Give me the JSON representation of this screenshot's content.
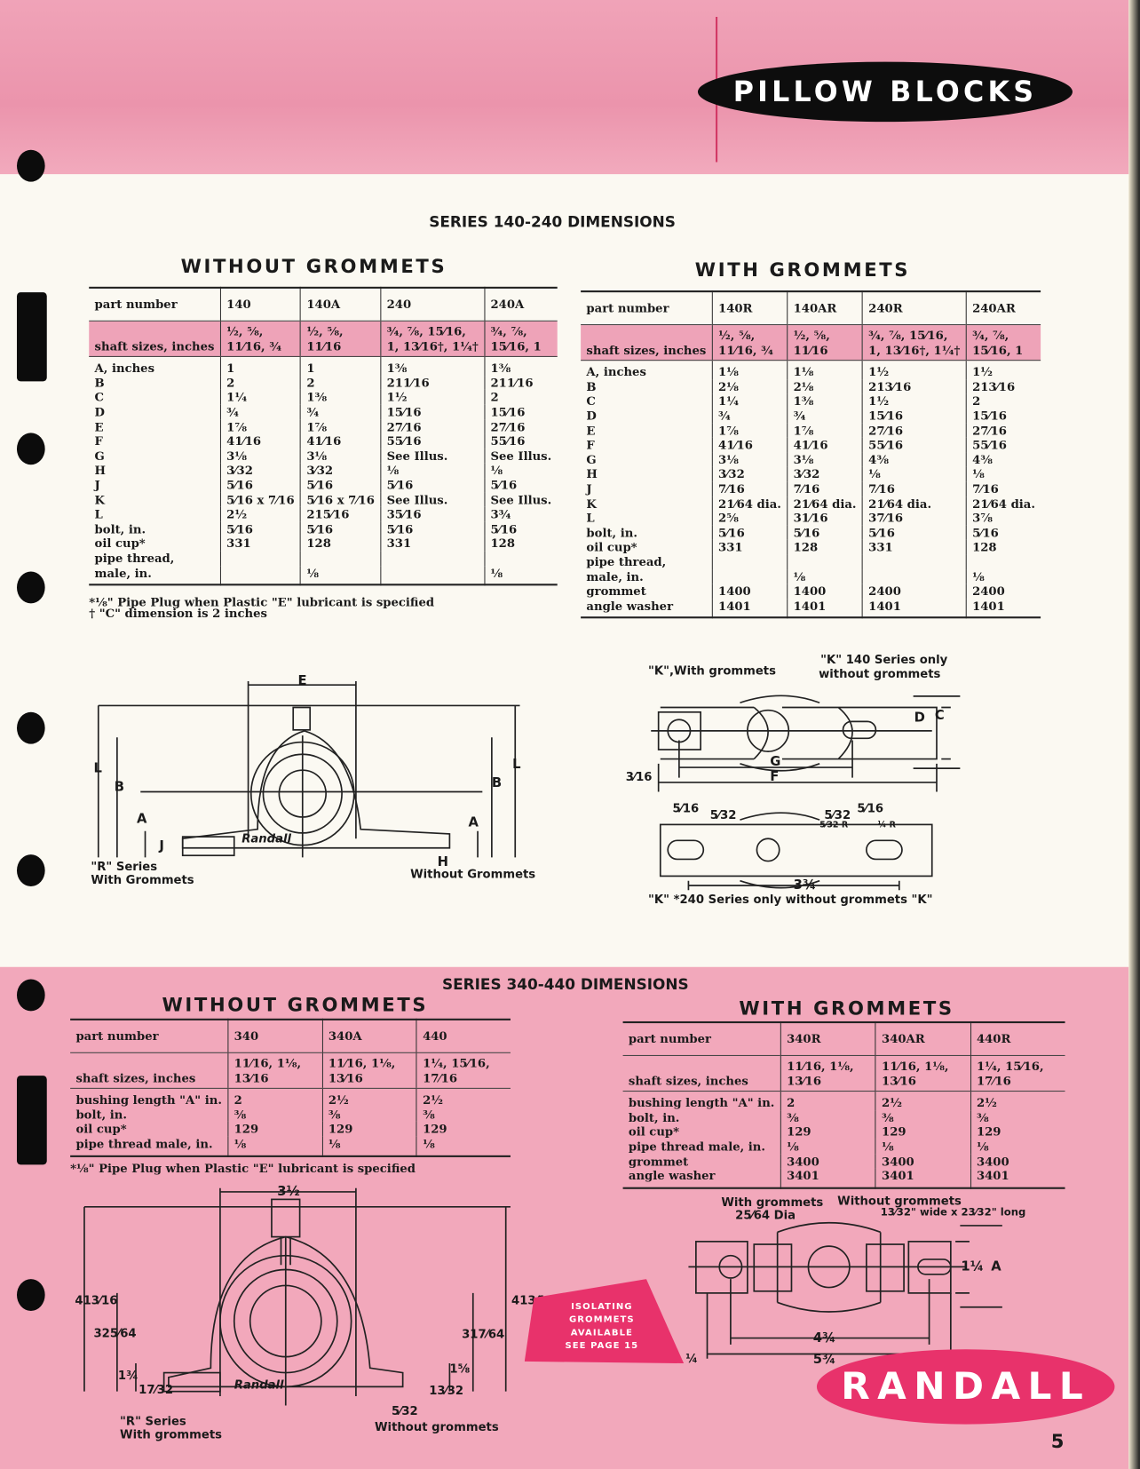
{
  "header": {
    "title": "PILLOW BLOCKS"
  },
  "colors": {
    "pink": "#f2a8bb",
    "accent": "#e8326b",
    "black": "#0d0d0d"
  },
  "series_140_240": {
    "title": "SERIES 140-240 DIMENSIONS",
    "without": {
      "title": "WITHOUT GROMMETS",
      "columns": [
        "part number",
        "140",
        "140A",
        "240",
        "240A"
      ],
      "shaft": [
        "shaft sizes, inches",
        "½, ⅝,\n11⁄16, ¾",
        "½, ⅝,\n11⁄16",
        "¾, ⅞, 15⁄16,\n1, 13⁄16†, 1¼†",
        "¾, ⅞,\n15⁄16, 1"
      ],
      "rows": [
        [
          "A, inches",
          "1",
          "1",
          "1⅜",
          "1⅜"
        ],
        [
          "B",
          "2",
          "2",
          "211⁄16",
          "211⁄16"
        ],
        [
          "C",
          "1¼",
          "1⅜",
          "1½",
          "2"
        ],
        [
          "D",
          "¾",
          "¾",
          "15⁄16",
          "15⁄16"
        ],
        [
          "E",
          "1⅞",
          "1⅞",
          "27⁄16",
          "27⁄16"
        ],
        [
          "F",
          "41⁄16",
          "41⁄16",
          "55⁄16",
          "55⁄16"
        ],
        [
          "G",
          "3⅛",
          "3⅛",
          "See Illus.",
          "See Illus."
        ],
        [
          "H",
          "3⁄32",
          "3⁄32",
          "⅛",
          "⅛"
        ],
        [
          "J",
          "5⁄16",
          "5⁄16",
          "5⁄16",
          "5⁄16"
        ],
        [
          "K",
          "5⁄16 x 7⁄16",
          "5⁄16 x 7⁄16",
          "See Illus.",
          "See Illus."
        ],
        [
          "L",
          "2½",
          "215⁄16",
          "35⁄16",
          "3¾"
        ],
        [
          "bolt, in.",
          "5⁄16",
          "5⁄16",
          "5⁄16",
          "5⁄16"
        ],
        [
          "oil cup*",
          "331",
          "128",
          "331",
          "128"
        ],
        [
          "pipe thread,",
          "",
          "",
          "",
          ""
        ],
        [
          "male, in.",
          "",
          "⅛",
          "",
          "⅛"
        ]
      ],
      "footnotes": [
        "*⅛\" Pipe Plug when Plastic \"E\" lubricant is specified",
        "† \"C\" dimension  is 2 inches"
      ]
    },
    "with": {
      "title": "WITH  GROMMETS",
      "columns": [
        "part number",
        "140R",
        "140AR",
        "240R",
        "240AR"
      ],
      "shaft": [
        "shaft sizes, inches",
        "½, ⅝,\n11⁄16, ¾",
        "½, ⅝,\n11⁄16",
        "¾, ⅞, 15⁄16,\n1, 13⁄16†, 1¼†",
        "¾, ⅞,\n15⁄16, 1"
      ],
      "rows": [
        [
          "A, inches",
          "1⅛",
          "1⅛",
          "1½",
          "1½"
        ],
        [
          "B",
          "2⅛",
          "2⅛",
          "213⁄16",
          "213⁄16"
        ],
        [
          "C",
          "1¼",
          "1⅜",
          "1½",
          "2"
        ],
        [
          "D",
          "¾",
          "¾",
          "15⁄16",
          "15⁄16"
        ],
        [
          "E",
          "1⅞",
          "1⅞",
          "27⁄16",
          "27⁄16"
        ],
        [
          "F",
          "41⁄16",
          "41⁄16",
          "55⁄16",
          "55⁄16"
        ],
        [
          "G",
          "3⅛",
          "3⅛",
          "4⅜",
          "4⅜"
        ],
        [
          "H",
          "3⁄32",
          "3⁄32",
          "⅛",
          "⅛"
        ],
        [
          "J",
          "7⁄16",
          "7⁄16",
          "7⁄16",
          "7⁄16"
        ],
        [
          "K",
          "21⁄64 dia.",
          "21⁄64 dia.",
          "21⁄64 dia.",
          "21⁄64 dia."
        ],
        [
          "L",
          "2⅝",
          "31⁄16",
          "37⁄16",
          "3⅞"
        ],
        [
          "bolt, in.",
          "5⁄16",
          "5⁄16",
          "5⁄16",
          "5⁄16"
        ],
        [
          "oil cup*",
          "331",
          "128",
          "331",
          "128"
        ],
        [
          "pipe thread,",
          "",
          "",
          "",
          ""
        ],
        [
          "male, in.",
          "",
          "⅛",
          "",
          "⅛"
        ],
        [
          "grommet",
          "1400",
          "1400",
          "2400",
          "2400"
        ],
        [
          "angle washer",
          "1401",
          "1401",
          "1401",
          "1401"
        ]
      ]
    },
    "diagram_front": {
      "E": "E",
      "L": "L",
      "B": "B",
      "A": "A",
      "J": "J",
      "H": "H",
      "maker": "Randall",
      "r_series": "\"R\" Series",
      "with_grommets": "With Grommets",
      "without_grommets": "Without Grommets"
    },
    "diagram_top": {
      "k_with": "\"K\",With grommets",
      "k_140_1": "\"K\" 140 Series only",
      "k_140_2": "without grommets",
      "D": "D",
      "C": "C",
      "G": "G",
      "F": "F",
      "offset": "3⁄16",
      "s1": "5⁄16",
      "s2": "5⁄32",
      "s3": "5⁄32",
      "s4": "5⁄16",
      "r1": "5⁄32 R",
      "r2": "¼ R",
      "span": "3¾",
      "k_240": "\"K\" *240 Series only without grommets \"K\""
    }
  },
  "series_340_440": {
    "title": "SERIES 340-440 DIMENSIONS",
    "without": {
      "title": "WITHOUT GROMMETS",
      "columns": [
        "part number",
        "340",
        "340A",
        "440"
      ],
      "shaft": [
        "shaft sizes, inches",
        "11⁄16, 1⅛,\n13⁄16",
        "11⁄16, 1⅛,\n13⁄16",
        "1¼, 15⁄16,\n17⁄16"
      ],
      "rows": [
        [
          "bushing length \"A\" in.",
          "2",
          "2½",
          "2½"
        ],
        [
          "bolt, in.",
          "⅜",
          "⅜",
          "⅜"
        ],
        [
          "oil cup*",
          "129",
          "129",
          "129"
        ],
        [
          "pipe thread male, in.",
          "⅛",
          "⅛",
          "⅛"
        ]
      ],
      "footnotes": [
        "*⅛\" Pipe Plug when Plastic \"E\" lubricant is specified"
      ]
    },
    "with": {
      "title": "WITH  GROMMETS",
      "columns": [
        "part number",
        "340R",
        "340AR",
        "440R"
      ],
      "shaft": [
        "shaft sizes, inches",
        "11⁄16, 1⅛,\n13⁄16",
        "11⁄16, 1⅛,\n13⁄16",
        "1¼, 15⁄16,\n17⁄16"
      ],
      "rows": [
        [
          "bushing length \"A\" in.",
          "2",
          "2½",
          "2½"
        ],
        [
          "bolt, in.",
          "⅜",
          "⅜",
          "⅜"
        ],
        [
          "oil cup*",
          "129",
          "129",
          "129"
        ],
        [
          "pipe thread male, in.",
          "⅛",
          "⅛",
          "⅛"
        ],
        [
          "grommet",
          "3400",
          "3400",
          "3400"
        ],
        [
          "angle washer",
          "3401",
          "3401",
          "3401"
        ]
      ]
    },
    "diagram_front": {
      "width": "3½",
      "h_left": "413⁄16",
      "h_right": "413⁄16",
      "h2_left": "325⁄64",
      "h2_right": "317⁄64",
      "a1": "1¾",
      "a2": "17⁄32",
      "a3": "1⅝",
      "a4": "13⁄32",
      "a5": "5⁄32",
      "maker": "Randall",
      "r_series": "\"R\" Series",
      "with_grommets": "With grommets",
      "without_grommets": "Without grommets"
    },
    "diagram_top": {
      "with_grommets": "With grommets",
      "dia": "25⁄64 Dia",
      "without_grommets": "Without grommets",
      "slot": "13⁄32\" wide x 23⁄32\" long",
      "h_inner": "1¼",
      "A": "A",
      "span1": "4¾",
      "span2": "5¾",
      "offset": "¼"
    }
  },
  "banner": {
    "lines": [
      "ISOLATING",
      "GROMMETS",
      "AVAILABLE",
      "SEE PAGE 15"
    ]
  },
  "logo": "RANDALL",
  "page_number": "5"
}
